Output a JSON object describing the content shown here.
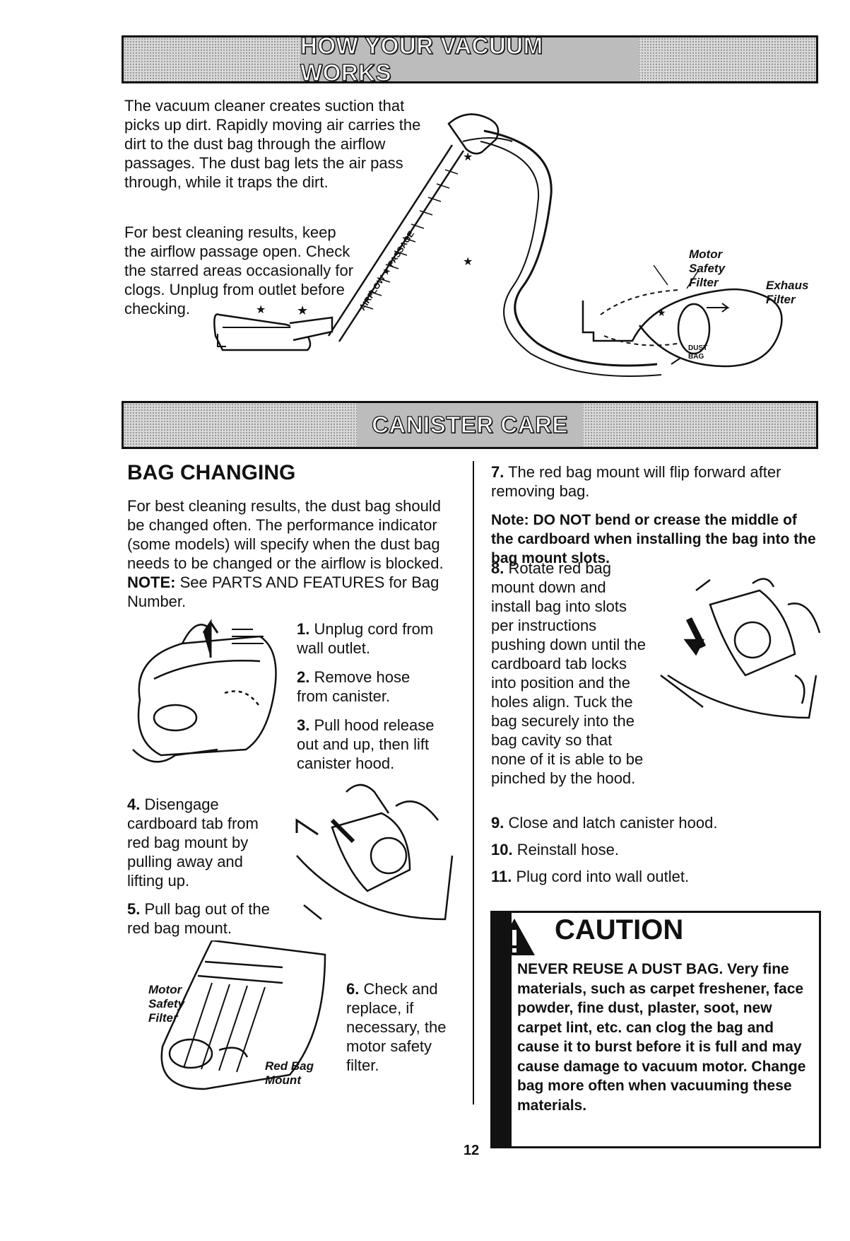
{
  "sections": {
    "how_title": "HOW YOUR VACUUM WORKS",
    "care_title": "CANISTER CARE"
  },
  "how": {
    "para1": "The vacuum cleaner creates suction that picks up dirt. Rapidly moving air carries the dirt to the dust bag through the airflow passages. The dust bag lets the air pass through, while it traps the dirt.",
    "para2": "For best cleaning results, keep the airflow passage open. Check the starred areas occasionally for clogs. Unplug from outlet before checking.",
    "fig_labels": {
      "motor_safety_filter": "Motor Safety Filter",
      "exhaust_filter": "Exhaus Filter",
      "dust_bag": "DUST BAG",
      "airflow_passage": "AIRFLOW ★ PASSAGE"
    }
  },
  "bag": {
    "heading": "BAG CHANGING",
    "intro_a": "For best cleaning results, the dust bag should be changed often. The performance indicator (some models) will specify when the dust bag needs to be changed or the airflow is blocked. ",
    "intro_note": "NOTE:",
    "intro_b": " See PARTS AND FEATURES for Bag Number.",
    "steps": [
      {
        "num": "1.",
        "text": "Unplug cord from wall outlet."
      },
      {
        "num": "2.",
        "text": "Remove hose from canister."
      },
      {
        "num": "3.",
        "text": "Pull hood release out and up, then lift canister hood."
      },
      {
        "num": "4.",
        "text": "Disengage cardboard tab from red bag mount by pulling away and lifting up."
      },
      {
        "num": "5.",
        "text": "Pull bag out of the red bag mount."
      },
      {
        "num": "6.",
        "text": "Check and replace, if necessary, the motor safety filter."
      },
      {
        "num": "7.",
        "text": "The red bag mount will flip forward after removing bag."
      },
      {
        "num": "8.",
        "text": "Rotate red bag mount down and install bag into slots per instructions pushing down until the cardboard tab locks into position and the holes align. Tuck the bag securely into the bag cavity so that none of it is able to be pinched by the hood."
      },
      {
        "num": "9.",
        "text": "Close and latch canister hood."
      },
      {
        "num": "10.",
        "text": "Reinstall hose."
      },
      {
        "num": "11.",
        "text": "Plug cord into wall outlet."
      }
    ],
    "note": "Note: DO NOT bend or crease the middle of the cardboard when installing the bag into the bag mount slots.",
    "fig6_labels": {
      "motor_safety_filter": "Motor Safety Filter",
      "red_bag_mount": "Red Bag Mount"
    }
  },
  "caution": {
    "title": "CAUTION",
    "text": "NEVER REUSE A DUST BAG. Very fine materials, such as carpet freshener, face powder, fine dust, plaster, soot, new carpet lint, etc. can clog the bag and cause it to burst before it is full and may cause damage to vacuum motor. Change bag more often when vacuuming these materials."
  },
  "page_number": "12"
}
